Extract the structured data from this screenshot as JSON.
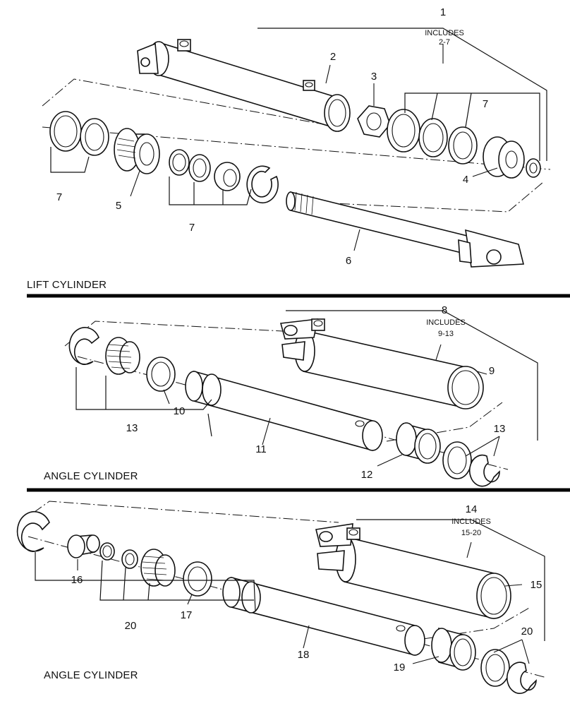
{
  "sections": {
    "lift": {
      "title": "LIFT CYLINDER",
      "assembly": {
        "number": "1",
        "includes_label": "INCLUDES",
        "includes_range": "2-7"
      },
      "callouts": [
        "2",
        "3",
        "4",
        "5",
        "6",
        "7",
        "7",
        "7",
        "7"
      ]
    },
    "angle1": {
      "title": "ANGLE CYLINDER",
      "assembly": {
        "number": "8",
        "includes_label": "INCLUDES",
        "includes_range": "9-13"
      },
      "callouts": [
        "9",
        "10",
        "11",
        "12",
        "13",
        "13"
      ]
    },
    "angle2": {
      "title": "ANGLE CYLINDER",
      "assembly": {
        "number": "14",
        "includes_label": "INCLUDES",
        "includes_range": "15-20"
      },
      "callouts": [
        "15",
        "16",
        "17",
        "18",
        "19",
        "20",
        "20"
      ]
    }
  }
}
